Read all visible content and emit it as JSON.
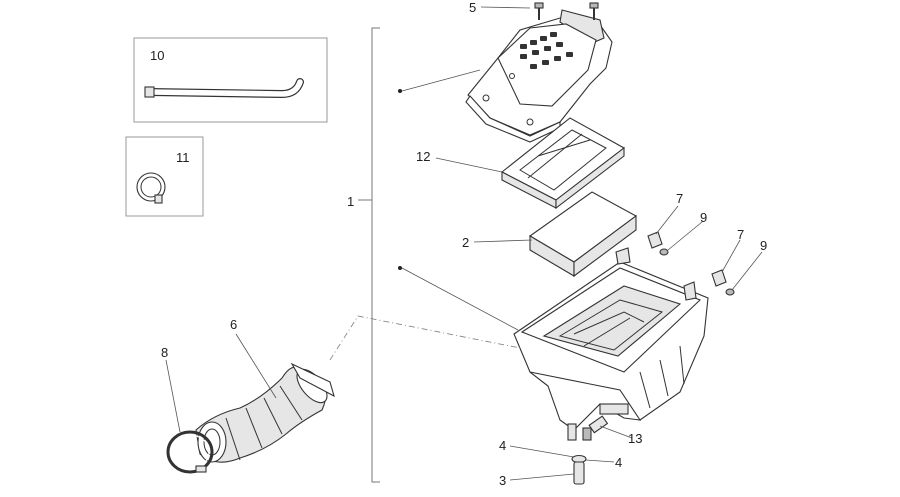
{
  "labels": {
    "l1": "1",
    "l2": "2",
    "l3": "3",
    "l4a": "4",
    "l4b": "4",
    "l5": "5",
    "l6": "6",
    "l7a": "7",
    "l7b": "7",
    "l8": "8",
    "l9a": "9",
    "l9b": "9",
    "l10": "10",
    "l11": "11",
    "l12": "12",
    "l13": "13"
  }
}
